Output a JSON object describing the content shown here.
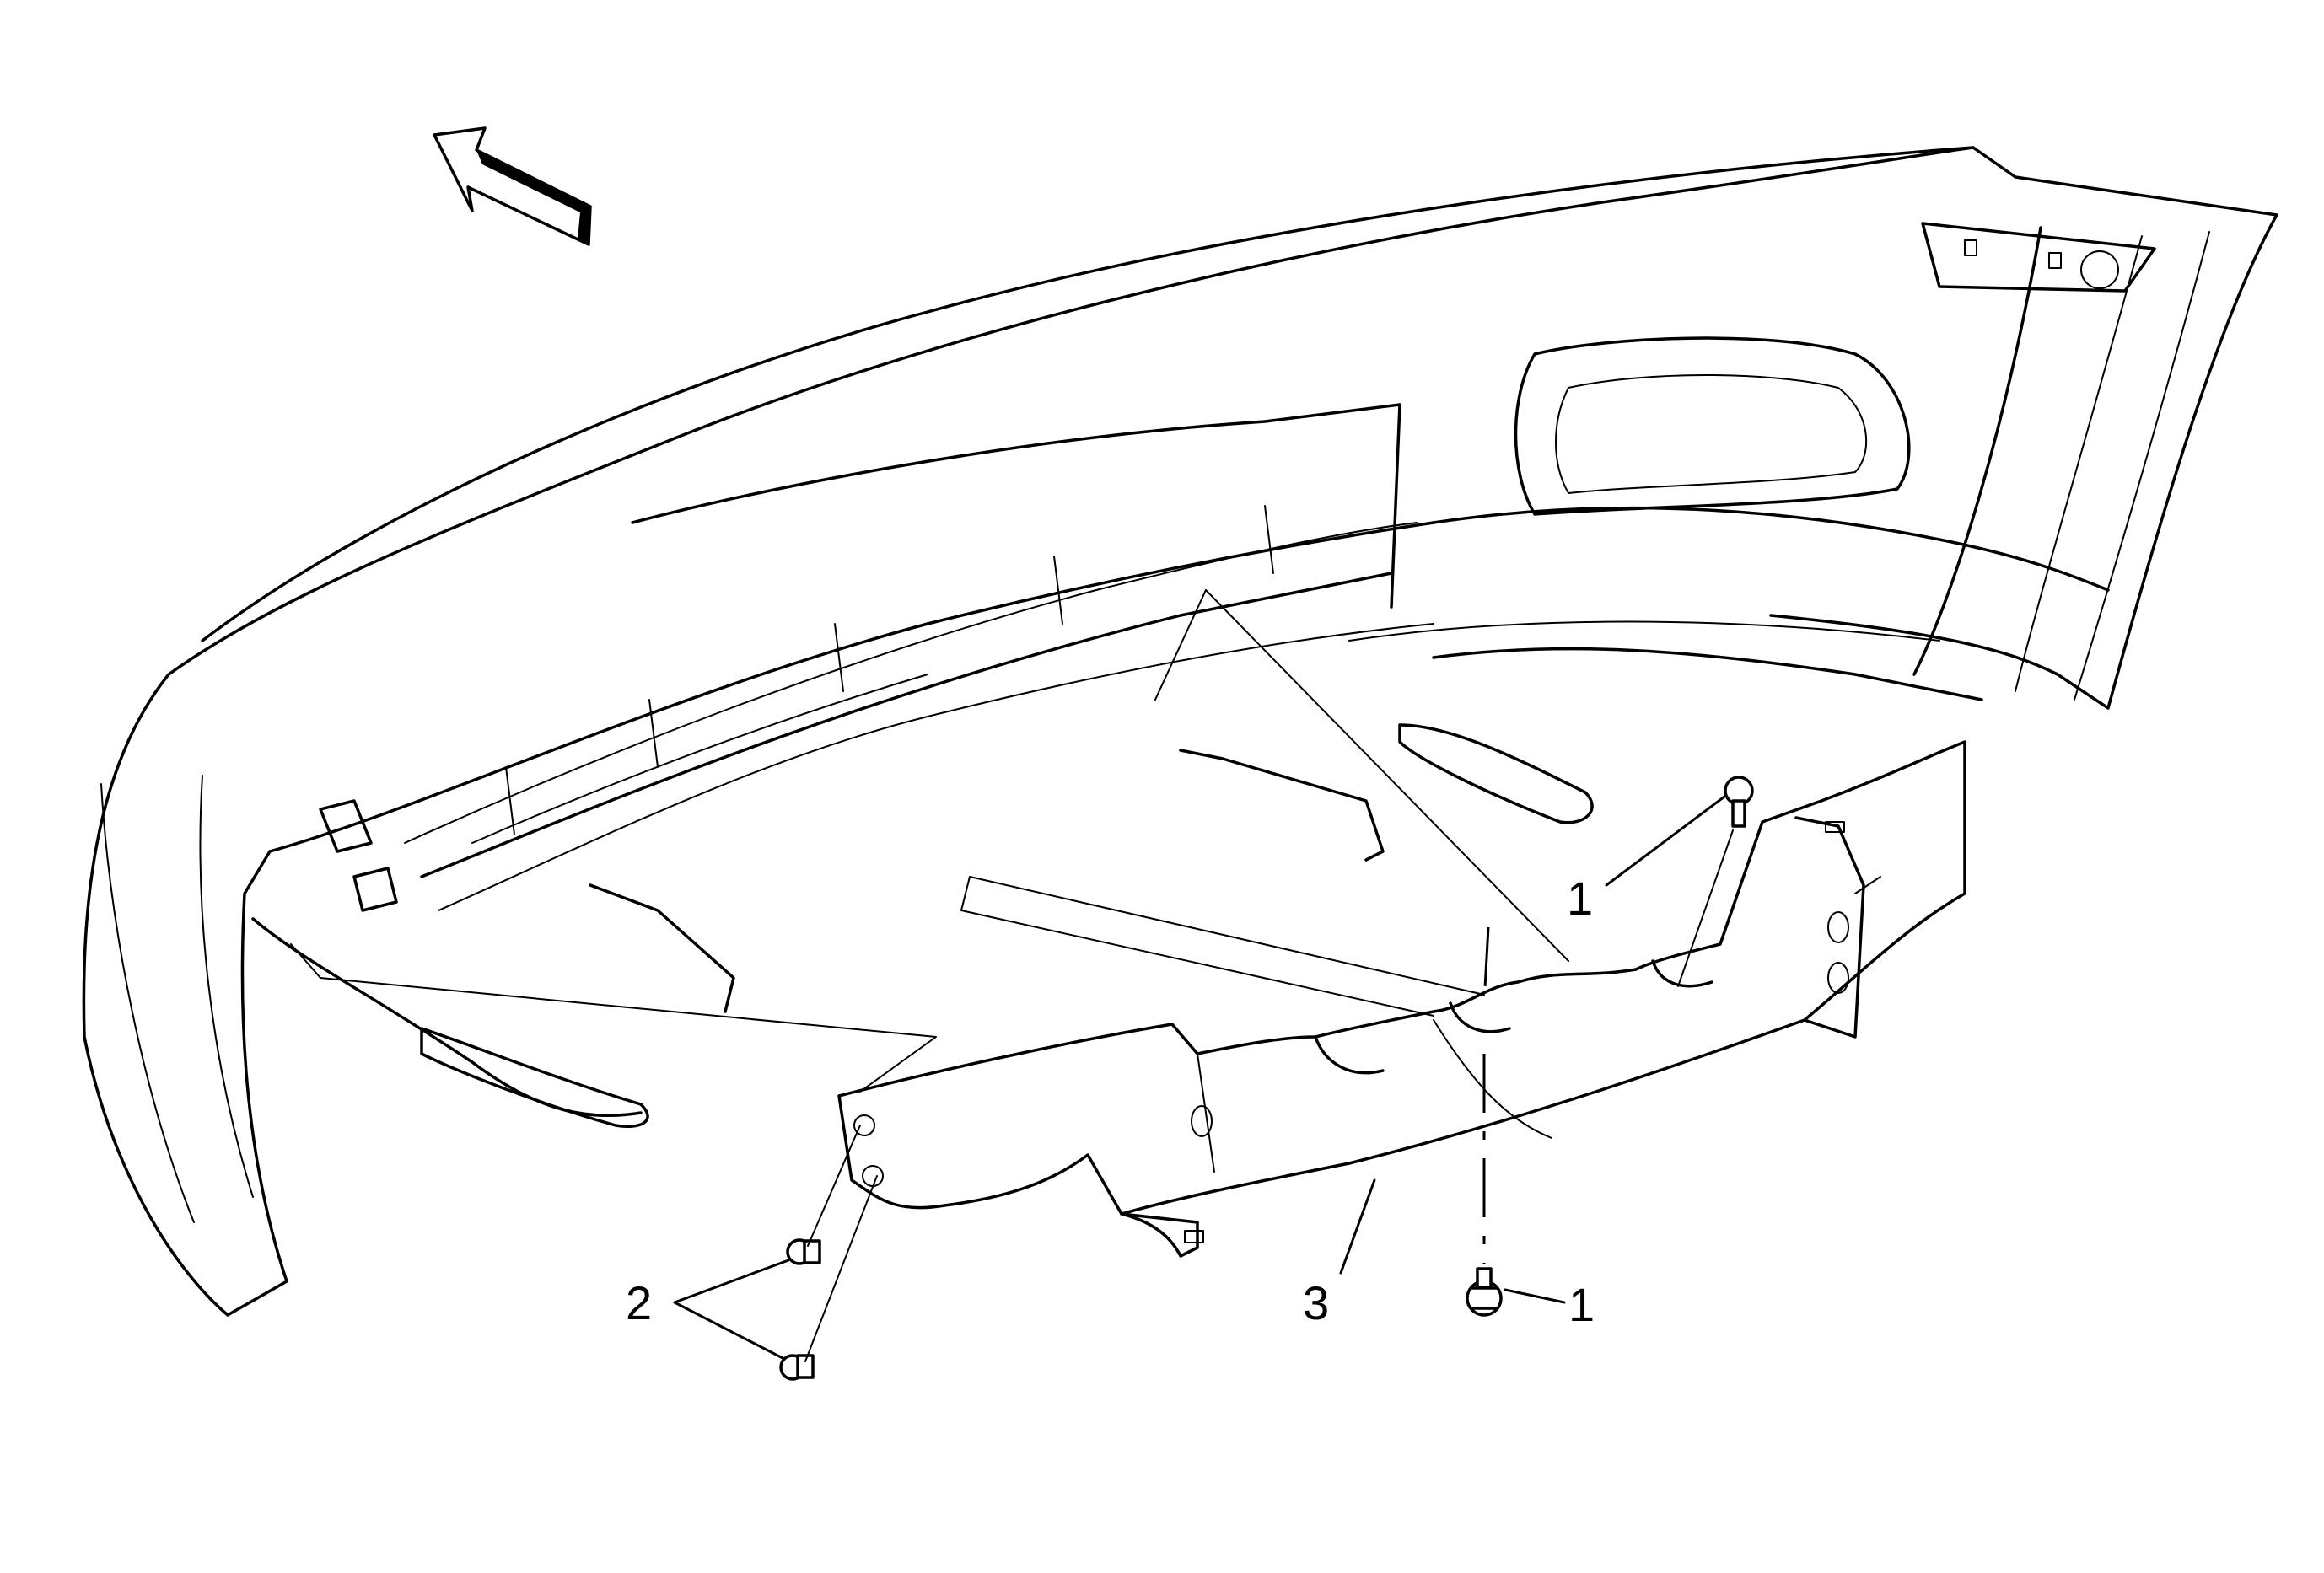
{
  "callouts": [
    {
      "id": "fastener-upper",
      "label": "1"
    },
    {
      "id": "fastener-lower",
      "label": "1"
    },
    {
      "id": "clips",
      "label": "2"
    },
    {
      "id": "deflector",
      "label": "3"
    }
  ],
  "icons": {
    "direction": "front-direction-arrow-icon",
    "bolt": "bolt-icon",
    "clip": "push-clip-icon"
  },
  "colors": {
    "line": "#000000",
    "background": "#ffffff"
  }
}
